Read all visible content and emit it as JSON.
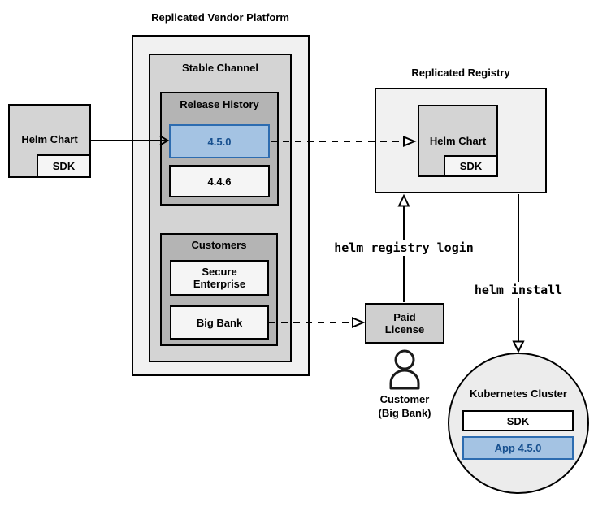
{
  "colors": {
    "outer_fill": "#f1f1f1",
    "medium_fill": "#d4d4d4",
    "dark_fill": "#b4b4b4",
    "inner_fill": "#f5f5f5",
    "highlight_fill": "#a4c3e3",
    "highlight_border": "#2d6cb0",
    "highlight_text": "#17508f",
    "line_color": "#000000"
  },
  "source_helm_chart": {
    "label": "Helm Chart",
    "sdk_label": "SDK"
  },
  "platform": {
    "title": "Replicated Vendor Platform",
    "stable_channel": {
      "title": "Stable Channel",
      "release_history": {
        "title": "Release History",
        "versions": [
          {
            "label": "4.5.0",
            "highlighted": true
          },
          {
            "label": "4.4.6",
            "highlighted": false
          }
        ]
      },
      "customers": {
        "title": "Customers",
        "items": [
          {
            "line1": "Secure",
            "line2": "Enterprise"
          },
          {
            "label": "Big Bank"
          }
        ]
      }
    }
  },
  "registry": {
    "title": "Replicated Registry",
    "helm_chart": {
      "label": "Helm Chart",
      "sdk_label": "SDK"
    }
  },
  "paid_license": {
    "line1": "Paid",
    "line2": "License"
  },
  "customer": {
    "line1": "Customer",
    "line2": "(Big Bank)"
  },
  "commands": {
    "registry_login": "helm registry login",
    "install": "helm install"
  },
  "cluster": {
    "title": "Kubernetes Cluster",
    "sdk_label": "SDK",
    "app_label": "App 4.5.0"
  }
}
